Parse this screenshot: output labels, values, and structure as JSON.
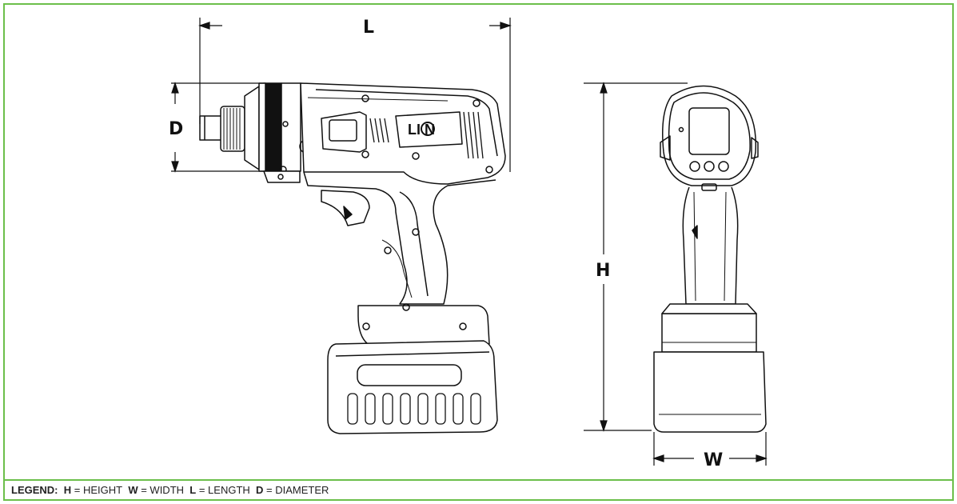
{
  "diagram": {
    "labels": {
      "length": "L",
      "diameter": "D",
      "height": "H",
      "width": "W"
    },
    "logo_text": "LI  N"
  },
  "legend": {
    "title": "LEGEND:",
    "items": [
      {
        "key": "H",
        "sep": " = ",
        "value": "HEIGHT"
      },
      {
        "key": "W",
        "sep": " = ",
        "value": "WIDTH"
      },
      {
        "key": "L",
        "sep": " = ",
        "value": "LENGTH"
      },
      {
        "key": "D",
        "sep": " = ",
        "value": "DIAMETER"
      }
    ]
  },
  "colors": {
    "frame": "#6cbf4a",
    "line": "#111111"
  }
}
